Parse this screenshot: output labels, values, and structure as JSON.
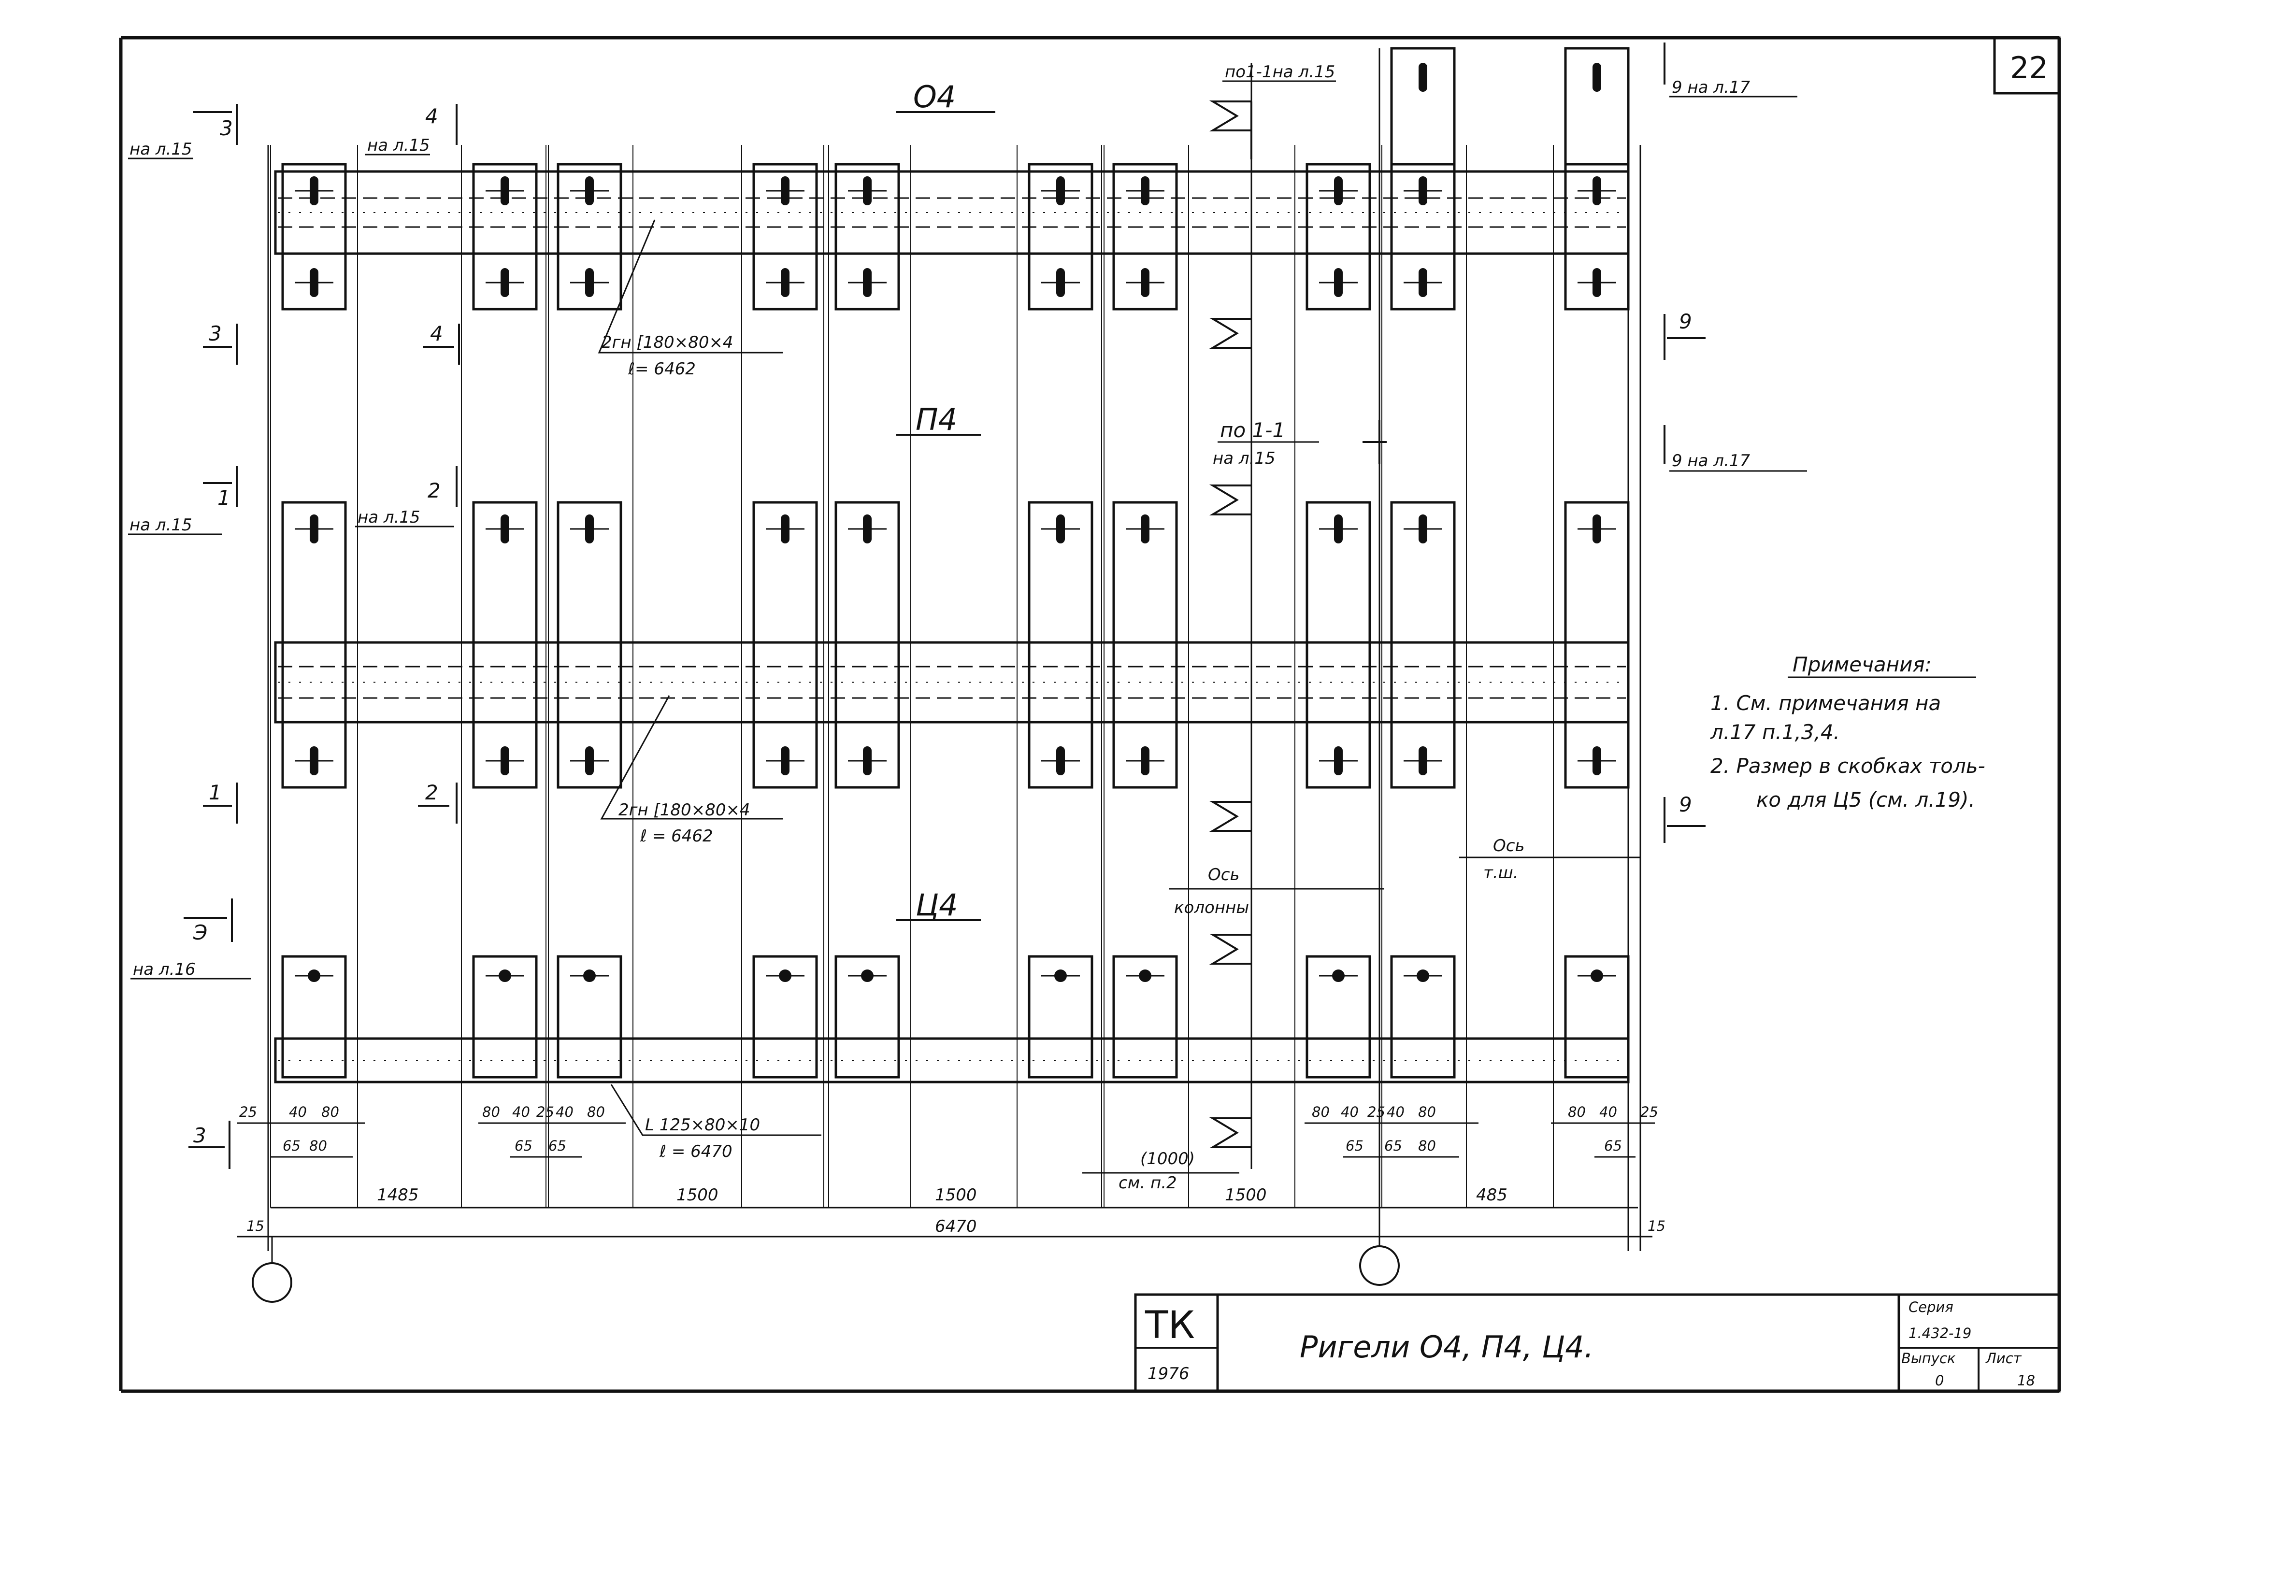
{
  "sheet_number": "22",
  "zones": {
    "top": "О4",
    "middle": "П4",
    "bottom": "Ц4"
  },
  "section_refs": {
    "s3_na_l15": "на л.15",
    "s3_mark": "3",
    "s4_na_l15": "на л.15",
    "s4_mark": "4",
    "s3_mid_mark": "3",
    "s4_mid_mark": "4",
    "s1_mark": "1",
    "s1_na_l15": "на л.15",
    "s2_mark": "2",
    "s2_na_l15": "на л.15",
    "s1_low_mark": "1",
    "s2_low_mark": "2",
    "sE_mark": "Э",
    "sE_na_l16": "на л.16",
    "s3_bottom_mark": "3",
    "po11_top": "по1-1на л.15",
    "po11_mid_a": "по 1-1",
    "po11_mid_b": "на л.15",
    "s9_top": "9 на л.17",
    "s9_mid1": "9",
    "s9_mid2": "9 на л.17",
    "s9_low": "9"
  },
  "callouts": {
    "top_channel_a": "2гн [180×80×4",
    "top_channel_b": "ℓ= 6462",
    "mid_channel_a": "2гн [180×80×4",
    "mid_channel_b": "ℓ = 6462",
    "angle_a": "L 125×80×10",
    "angle_b": "ℓ = 6470",
    "axis_col_a": "Ось",
    "axis_col_b": "колонны",
    "axis_ts_a": "Ось",
    "axis_ts_b": "т.ш.",
    "paren_a": "(1000)",
    "paren_b": "см. п.2"
  },
  "notes": {
    "title": "Примечания:",
    "line1": "1. См. примечания на",
    "line2": "л.17 п.1,3,4.",
    "line3": "2. Размер в скобках толь-",
    "line4": "ко для Ц5 (см. л.19)."
  },
  "dimensions": {
    "d25l": "25",
    "d40a": "40",
    "d80a": "80",
    "d65a": "65",
    "d80b": "80",
    "d80c": "80",
    "d40b": "40",
    "d25b": "25",
    "d40c": "40",
    "d80d": "80",
    "d65b": "65",
    "d65c": "65",
    "d80e": "80",
    "d40d": "40",
    "d25c": "25",
    "d40e": "40",
    "d80f": "80",
    "d65d": "65",
    "d65e": "65",
    "d80g": "80",
    "d80h": "80",
    "d40f": "40",
    "d25r": "25",
    "d65f": "65",
    "s1485": "1485",
    "s1500a": "1500",
    "s1500b": "1500",
    "s1500c": "1500",
    "s485": "485",
    "total": "6470",
    "e15l": "15",
    "e15r": "15"
  },
  "title_block": {
    "tk": "ТК",
    "year": "1976",
    "title": "Ригели О4, П4, Ц4.",
    "series_label": "Серия",
    "series_value": "1.432-19",
    "issue_label": "Выпуск",
    "issue_value": "0",
    "sheet_label": "Лист",
    "sheet_value": "18"
  }
}
